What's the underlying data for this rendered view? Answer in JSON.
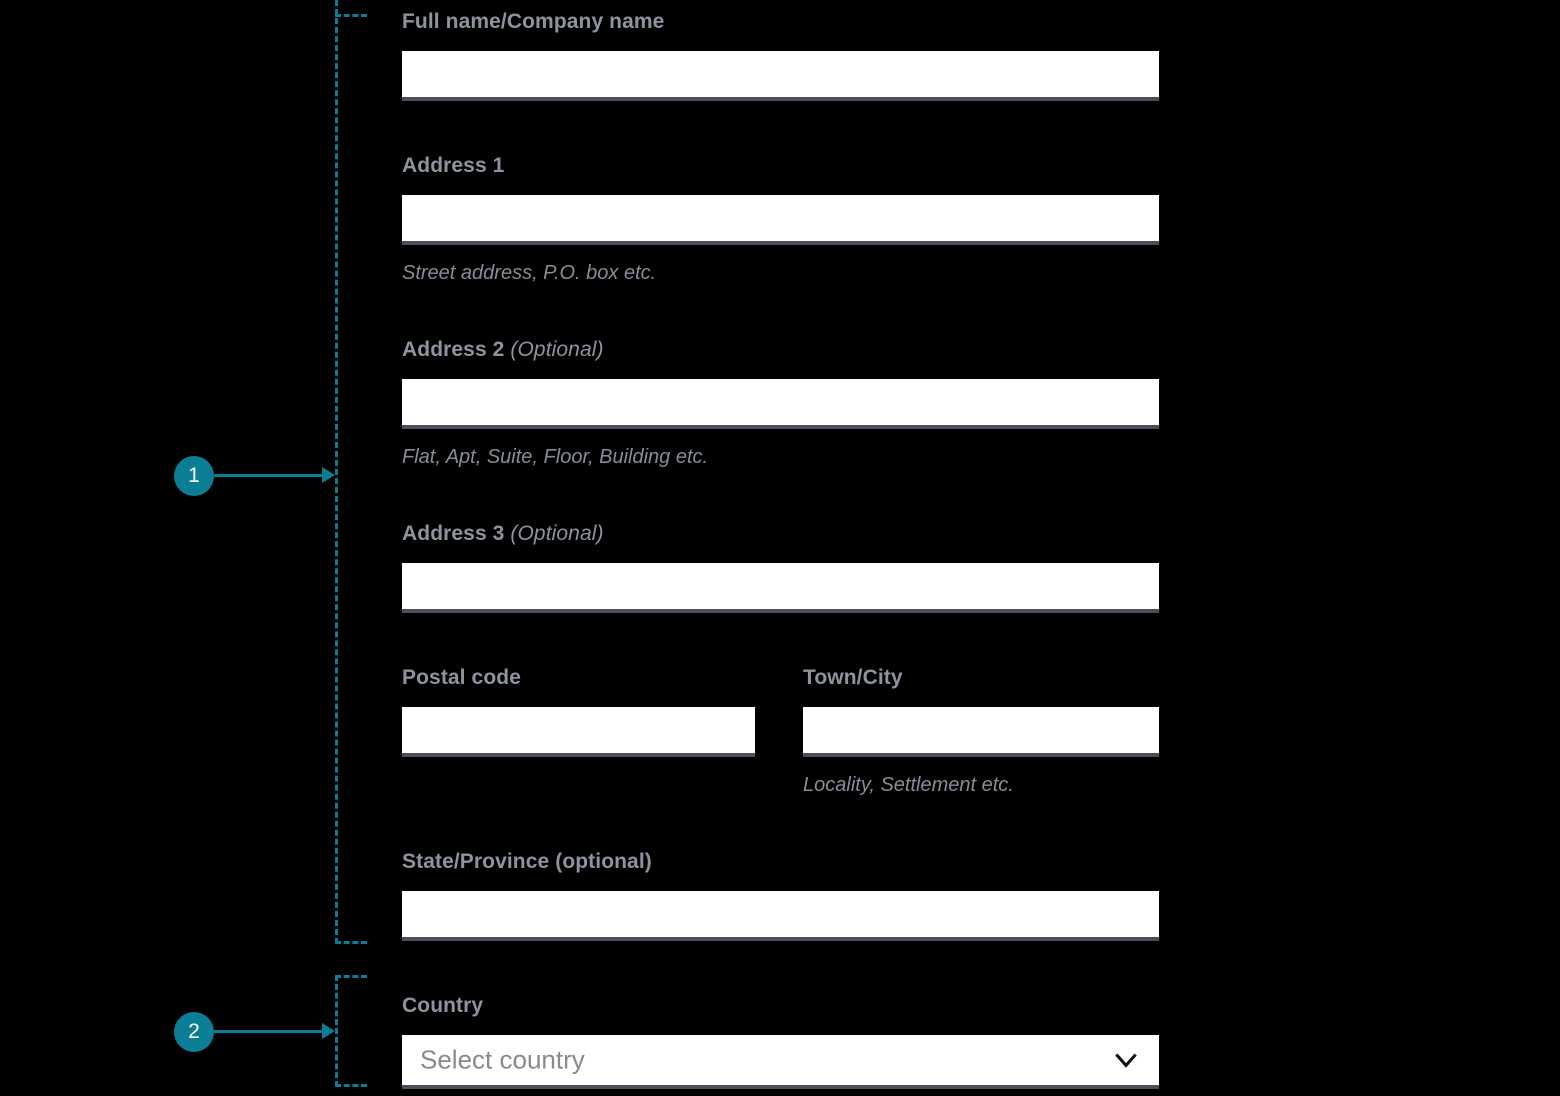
{
  "theme": {
    "background": "#000000",
    "accent_teal": "#0b7e95",
    "label_gray": "#8d949f",
    "hint_gray": "#868d98",
    "input_background": "#ffffff",
    "input_underline": "#4a4f5a",
    "placeholder_gray": "#8a8a8a"
  },
  "annotations": [
    {
      "number": "1",
      "target": "address-group"
    },
    {
      "number": "2",
      "target": "country-group"
    }
  ],
  "form": {
    "fields": [
      {
        "key": "full_name",
        "label": "Full name/Company name",
        "optional_suffix": "",
        "value": "",
        "placeholder": "",
        "hint": ""
      },
      {
        "key": "address_1",
        "label": "Address 1",
        "optional_suffix": "",
        "value": "",
        "placeholder": "",
        "hint": "Street address, P.O. box etc."
      },
      {
        "key": "address_2",
        "label": "Address 2",
        "optional_suffix": "(Optional)",
        "value": "",
        "placeholder": "",
        "hint": "Flat, Apt, Suite, Floor, Building etc."
      },
      {
        "key": "address_3",
        "label": "Address 3",
        "optional_suffix": "(Optional)",
        "value": "",
        "placeholder": "",
        "hint": ""
      },
      {
        "key": "postal_code",
        "label": "Postal code",
        "optional_suffix": "",
        "value": "",
        "placeholder": "",
        "hint": ""
      },
      {
        "key": "town_city",
        "label": "Town/City",
        "optional_suffix": "",
        "value": "",
        "placeholder": "",
        "hint": "Locality, Settlement etc."
      },
      {
        "key": "state_province",
        "label": "State/Province (optional)",
        "optional_suffix": "",
        "value": "",
        "placeholder": "",
        "hint": ""
      },
      {
        "key": "country",
        "label": "Country",
        "optional_suffix": "",
        "value": "",
        "placeholder": "Select country",
        "hint": "",
        "control": "select",
        "icon": "chevron-down-icon"
      }
    ]
  }
}
